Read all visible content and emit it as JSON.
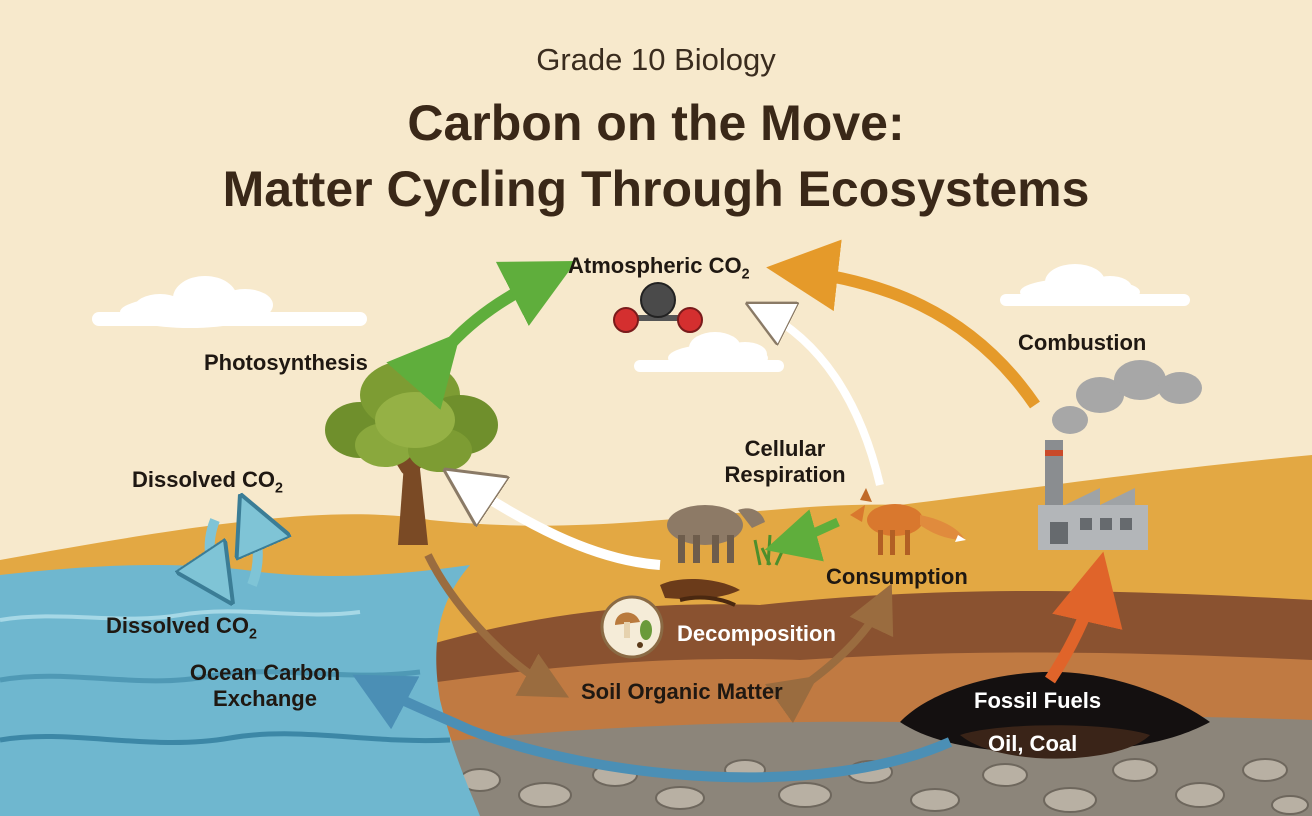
{
  "header": {
    "subtitle": "Grade 10 Biology",
    "title_line1": "Carbon on the Move:",
    "title_line2": "Matter Cycling Through Ecosystems"
  },
  "labels": {
    "atmosphere": "Atmospheric CO",
    "atmosphere_sub": "2",
    "photosynthesis": "Photosynthesis",
    "combustion": "Combustion",
    "respiration_line1": "Cellular",
    "respiration_line2": "Respiration",
    "dissolved_top": "Dissolved CO",
    "dissolved_top_sub": "2",
    "dissolved_bottom": "Dissolved CO",
    "dissolved_bottom_sub": "2",
    "ocean_line1": "Ocean Carbon",
    "ocean_line2": "Exchange",
    "consumption": "Consumption",
    "decomposition": "Decomposition",
    "soil": "Soil Organic Matter",
    "fossil_line1": "Fossil Fuels",
    "fossil_line2": "Oil, Coal"
  },
  "colors": {
    "background": "#f7e9cc",
    "photosynthesis_arrow": "#5fae3c",
    "respiration_arrow": "#ffffff",
    "combustion_arrow": "#e59a2a",
    "ocean_arrow": "#4b8fb5",
    "soil_arrow": "#9a6c3f",
    "fossil_arrow": "#e0642a",
    "ocean": "#6fb7cf",
    "ground": "#e3a843"
  }
}
